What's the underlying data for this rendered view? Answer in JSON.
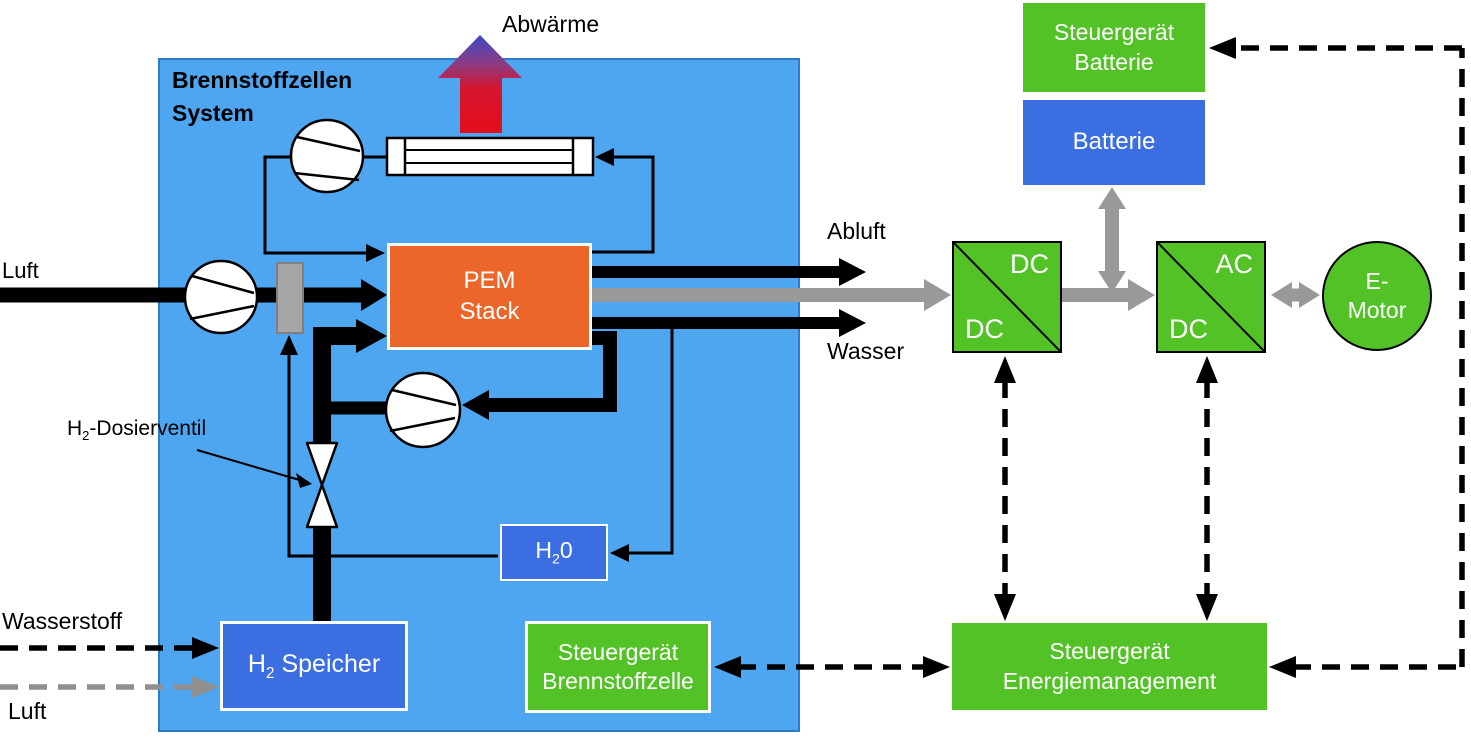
{
  "system": {
    "title_line1": "Brennstoffzellen",
    "title_line2": "System"
  },
  "labels": {
    "abwaerme": "Abwärme",
    "luft_top": "Luft",
    "abluft": "Abluft",
    "wasser": "Wasser",
    "wasserstoff": "Wasserstoff",
    "luft_bottom": "Luft",
    "dosierventil": {
      "pre": "H",
      "sub": "2",
      "post": "-Dosierventil"
    }
  },
  "boxes": {
    "pem": {
      "line1": "PEM",
      "line2": "Stack"
    },
    "h2o": {
      "pre": "H",
      "sub": "2",
      "post": "0"
    },
    "h2_speicher": {
      "pre": "H",
      "sub": "2",
      "post": " Speicher"
    },
    "sg_brennstoffzelle": {
      "line1": "Steuergerät",
      "line2": "Brennstoffzelle"
    },
    "sg_energiemanagement": {
      "line1": "Steuergerät",
      "line2": "Energiemanagement"
    },
    "sg_batterie": {
      "line1": "Steuergerät",
      "line2": "Batterie"
    },
    "batterie": "Batterie",
    "dcdc": {
      "top": "DC",
      "bottom": "DC"
    },
    "acdc": {
      "top": "AC",
      "bottom": "DC"
    },
    "emotor": {
      "line1": "E-",
      "line2": "Motor"
    }
  },
  "colors": {
    "system_background": "#4EA5F0",
    "system_border": "#2A7CC9",
    "control_green": "#53C227",
    "component_blue": "#3B6EE1",
    "pem_orange": "#EC6529",
    "electric_gray": "#999999",
    "air_dashed_gray": "#8F8F8F",
    "humidifier_gray": "#A6A6A6",
    "heat_arrow_top": "#3B4BC8",
    "heat_arrow_bottom": "#E30E1B"
  }
}
